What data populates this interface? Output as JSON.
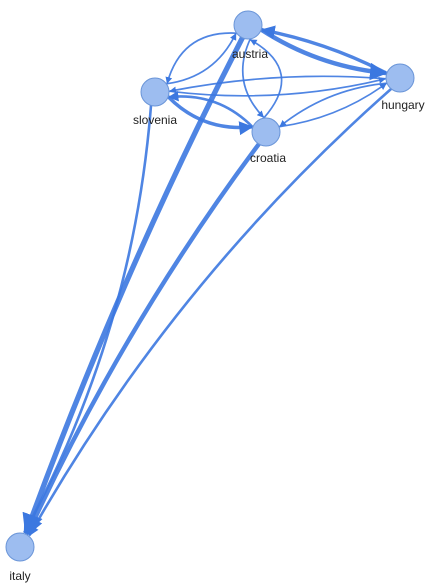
{
  "graph": {
    "node_color": "#9dbdf0",
    "node_stroke": "#6a95d8",
    "edge_color": "#3c78e0",
    "nodes": [
      {
        "id": "austria",
        "label": "austria"
      },
      {
        "id": "hungary",
        "label": "hungary"
      },
      {
        "id": "slovenia",
        "label": "slovenia"
      },
      {
        "id": "croatia",
        "label": "croatia"
      },
      {
        "id": "italy",
        "label": "italy"
      }
    ],
    "edges": [
      {
        "source": "austria",
        "target": "hungary",
        "weight": 4
      },
      {
        "source": "hungary",
        "target": "austria",
        "weight": 3
      },
      {
        "source": "austria",
        "target": "italy",
        "weight": 5
      },
      {
        "source": "croatia",
        "target": "italy",
        "weight": 4
      },
      {
        "source": "slovenia",
        "target": "italy",
        "weight": 2
      },
      {
        "source": "hungary",
        "target": "italy",
        "weight": 2
      },
      {
        "source": "slovenia",
        "target": "croatia",
        "weight": 3
      },
      {
        "source": "croatia",
        "target": "slovenia",
        "weight": 2
      },
      {
        "source": "austria",
        "target": "slovenia",
        "weight": 1
      },
      {
        "source": "slovenia",
        "target": "austria",
        "weight": 1
      },
      {
        "source": "austria",
        "target": "croatia",
        "weight": 1
      },
      {
        "source": "croatia",
        "target": "austria",
        "weight": 1
      },
      {
        "source": "hungary",
        "target": "croatia",
        "weight": 1
      },
      {
        "source": "croatia",
        "target": "hungary",
        "weight": 1
      },
      {
        "source": "hungary",
        "target": "slovenia",
        "weight": 1
      },
      {
        "source": "slovenia",
        "target": "hungary",
        "weight": 1
      }
    ]
  }
}
